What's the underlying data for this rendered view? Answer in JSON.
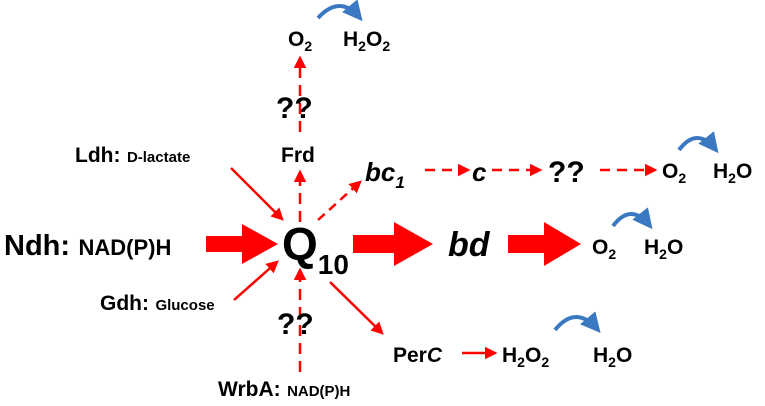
{
  "colors": {
    "arrow": "#ff0000",
    "curve": "#3a78c2",
    "text": "#000000"
  },
  "center": {
    "main": "Q",
    "sub": "10"
  },
  "donors": {
    "ndh": {
      "enzyme": "Ndh:",
      "substrate": "NAD(P)H"
    },
    "ldh": {
      "enzyme": "Ldh:",
      "substrate": "D-lactate"
    },
    "gdh": {
      "enzyme": "Gdh:",
      "substrate": "Glucose"
    },
    "wrba": {
      "enzyme": "WrbA:",
      "substrate": "NAD(P)H",
      "unknown": "??"
    }
  },
  "frd_branch": {
    "frd": "Frd",
    "unknown": "??",
    "o2": {
      "main": "O",
      "sub": "2"
    },
    "h2o2": {
      "h1": "H",
      "s1": "2",
      "h2": "O",
      "s2": "2"
    }
  },
  "bc1_branch": {
    "bc": {
      "main": "bc",
      "sub": "1"
    },
    "c": "c",
    "unknown": "??",
    "o2": {
      "main": "O",
      "sub": "2"
    },
    "h2o": {
      "h": "H",
      "s": "2",
      "o": "O"
    }
  },
  "bd_branch": {
    "bd": "bd",
    "o2": {
      "main": "O",
      "sub": "2"
    },
    "h2o": {
      "h": "H",
      "s": "2",
      "o": "O"
    }
  },
  "perc_branch": {
    "per": "Per",
    "c": "C",
    "h2o2": {
      "h1": "H",
      "s1": "2",
      "h2": "O",
      "s2": "2"
    },
    "h2o": {
      "h": "H",
      "s": "2",
      "o": "O"
    }
  }
}
